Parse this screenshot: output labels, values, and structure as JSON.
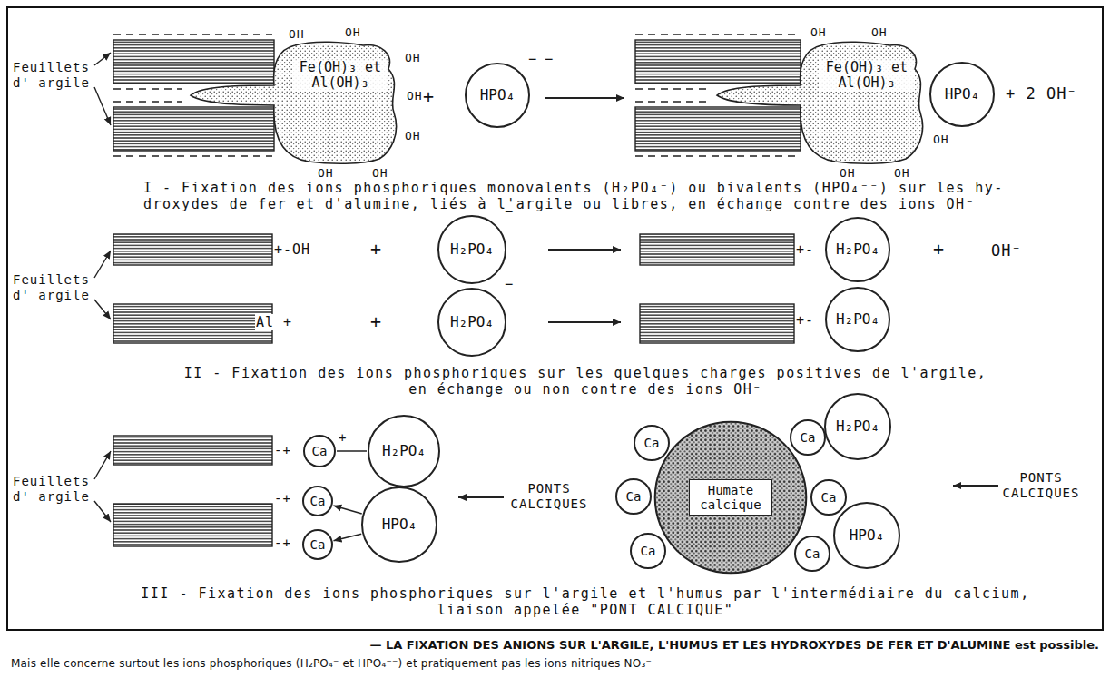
{
  "diagram": {
    "caption": "— LA FIXATION DES ANIONS SUR L'ARGILE, L'HUMUS ET LES HYDROXYDES DE FER ET D'ALUMINE est possible.",
    "nodes": [
      {
        "text": [
          "Fe(OH)₃ et Al(OH)₃"
        ]
      },
      {
        "text": [
          "HPO₄",
          "− −"
        ]
      },
      {
        "text": [
          "Fe(OH)₃ et Al(OH)₃"
        ]
      },
      {
        "text": [
          "HPO₄"
        ]
      },
      {
        "text": [
          "H₂PO₄",
          "−"
        ]
      },
      {
        "text": [
          "H₂PO₄"
        ]
      },
      {
        "text": [
          "H₂PO₄",
          "−"
        ]
      },
      {
        "text": [
          "H₂PO₄"
        ]
      },
      {
        "text": [
          "Ca"
        ]
      },
      {
        "text": [
          "H₂PO₄"
        ]
      },
      {
        "text": [
          "Ca"
        ]
      },
      {
        "text": [
          "Ca"
        ]
      },
      {
        "text": [
          "HPO₄"
        ]
      },
      {
        "text": [
          "Ca"
        ]
      },
      {
        "text": [
          "Ca"
        ]
      },
      {
        "text": [
          "H₂PO₄"
        ]
      },
      {
        "text": [
          "Humate calcique"
        ]
      },
      {
        "text": [
          "Ca"
        ]
      },
      {
        "text": [
          "Ca"
        ]
      },
      {
        "text": [
          "Ca"
        ]
      },
      {
        "text": [
          "Ca"
        ]
      },
      {
        "text": [
          "HPO₄"
        ]
      }
    ],
    "edges": [
      {
        "from": 8,
        "to": 9,
        "arrow": "none"
      },
      {
        "from": 12,
        "to": 10,
        "arrow": "to"
      },
      {
        "from": 12,
        "to": 11,
        "arrow": "to"
      }
    ],
    "labels": [
      "Feuillets d' argile",
      "OH",
      "OH",
      "OH",
      "OH",
      "OH",
      "OH",
      "OH",
      "+",
      "OH",
      "OH",
      "OH",
      "OH",
      "OH",
      "+ 2 OH⁻",
      "I - Fixation des ions phosphoriques monovalents (H₂PO₄⁻) ou bivalents (HPO₄⁻⁻) sur les hy- droxydes de fer et d'alumine, liés à l'argile ou libres, en échange contre des ions OH⁻",
      "Feuillets d' argile",
      "+-OH",
      "+",
      "Al +",
      "+",
      "+-",
      "+-",
      "+",
      "OH⁻",
      "II - Fixation des ions phosphoriques sur les quelques charges positives de l'argile, en échange ou non contre des ions OH⁻",
      "Feuillets d' argile",
      "-+",
      "+",
      "-+",
      "-+",
      "PONTS CALCIQUES",
      "PONTS CALCIQUES",
      "III - Fixation des ions phosphoriques sur l'argile et l'humus par l'intermédiaire du calcium, liaison appelée \"PONT CALCIQUE\"",
      "Mais elle concerne surtout les ions phosphoriques (H₂PO₄⁻ et HPO₄⁻⁻) et pratiquement pas les ions nitriques NO₃⁻"
    ]
  }
}
